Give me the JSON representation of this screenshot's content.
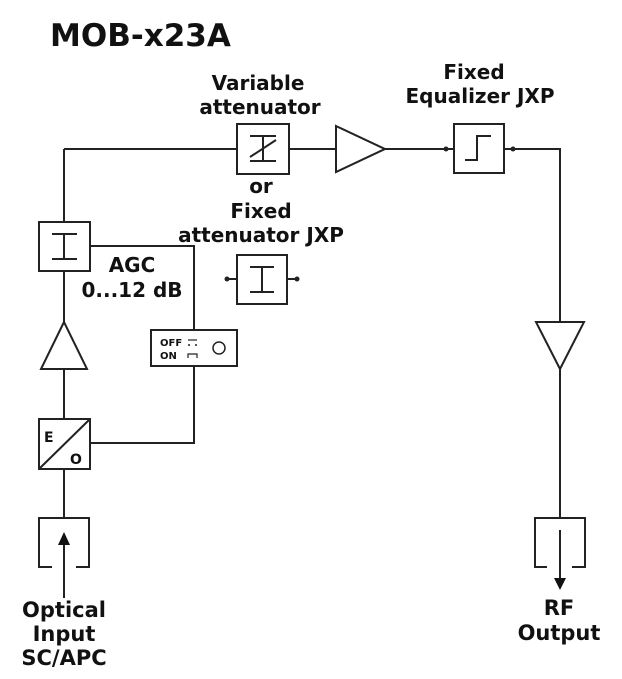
{
  "title": "MOB-x23A",
  "labels": {
    "variable_attenuator": [
      "Variable",
      "attenuator"
    ],
    "or": "or",
    "fixed_attenuator": [
      "Fixed",
      "attenuator JXP"
    ],
    "fixed_equalizer": [
      "Fixed",
      "Equalizer JXP"
    ],
    "agc": [
      "AGC",
      "0...12 dB"
    ],
    "optical_input": [
      "Optical",
      "Input",
      "SC/APC"
    ],
    "rf_output": [
      "RF",
      "Output"
    ],
    "eo_converter": {
      "e": "E",
      "o": "O"
    },
    "agc_switch": {
      "off": "OFF",
      "on": "ON"
    }
  }
}
